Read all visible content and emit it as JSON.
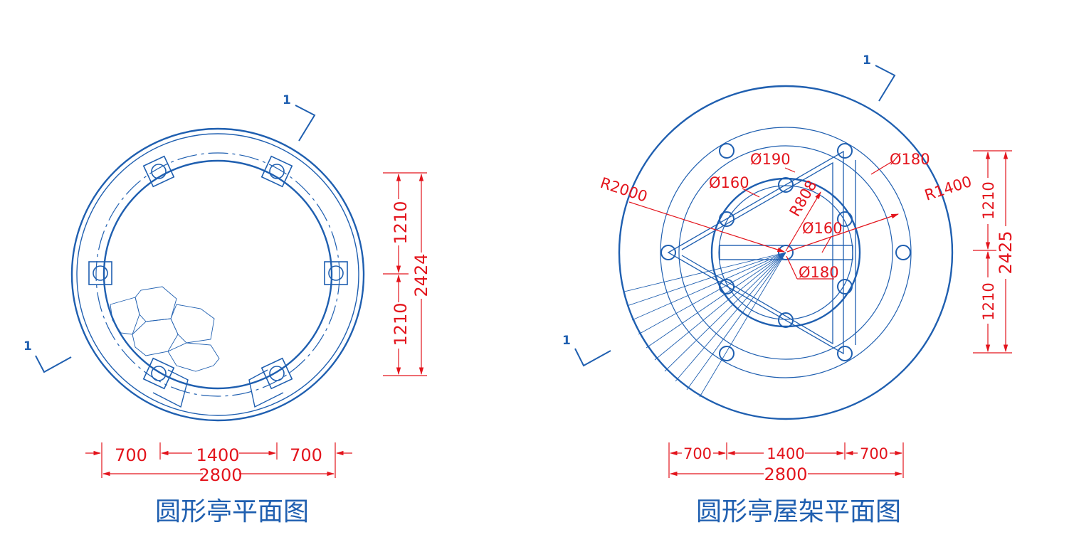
{
  "plan": {
    "title": "圆形亭平面图",
    "section_mark": "1",
    "dims": {
      "left": "700",
      "middle": "1400",
      "right": "700",
      "total_width": "2800",
      "upper_half": "1210",
      "lower_half": "1210",
      "total_height": "2424"
    }
  },
  "roof": {
    "title": "圆形亭屋架平面图",
    "section_mark": "1",
    "labels": {
      "d190": "Ø190",
      "d180_top": "Ø180",
      "d160_left": "Ø160",
      "r2000": "R2000",
      "r808": "R808",
      "r1400": "R1400",
      "d160_center": "Ø160",
      "d180_center": "Ø180"
    },
    "dims": {
      "left": "700",
      "middle": "1400",
      "right": "700",
      "total_width": "2800",
      "upper_half": "1210",
      "lower_half": "1210",
      "total_height": "2425"
    }
  },
  "colors": {
    "line": "#1f5fb0",
    "dimension": "#e3141c"
  }
}
